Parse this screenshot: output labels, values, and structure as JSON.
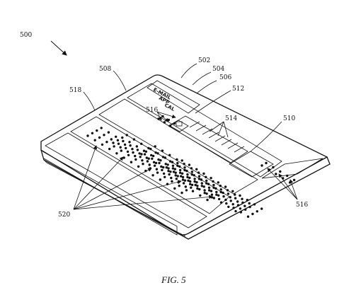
{
  "figure": {
    "caption": "FIG. 5",
    "screen_lines": [
      "E-MAIL",
      "APP",
      "CAL"
    ]
  },
  "references": [
    {
      "id": "ref-500",
      "text": "500"
    },
    {
      "id": "ref-502",
      "text": "502"
    },
    {
      "id": "ref-504",
      "text": "504"
    },
    {
      "id": "ref-506",
      "text": "506"
    },
    {
      "id": "ref-508",
      "text": "508"
    },
    {
      "id": "ref-512",
      "text": "512"
    },
    {
      "id": "ref-518",
      "text": "518"
    },
    {
      "id": "ref-516a",
      "text": "516"
    },
    {
      "id": "ref-514",
      "text": "514"
    },
    {
      "id": "ref-510",
      "text": "510"
    },
    {
      "id": "ref-516b",
      "text": "516"
    },
    {
      "id": "ref-520",
      "text": "520"
    }
  ]
}
